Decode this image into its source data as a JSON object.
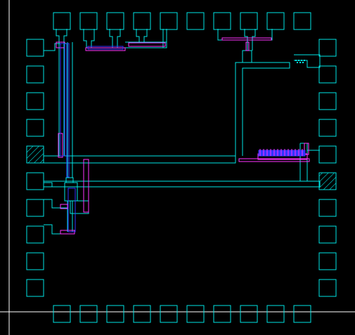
{
  "layout_view": {
    "colors": {
      "background": "#000000",
      "outline": "#00e5e5",
      "crosshair": "#ffffff",
      "metal_pink": "#ff33ff",
      "metal_blue": "#3333ff",
      "hatch": "#00e5e5"
    },
    "pad_ring": {
      "top_pads": 10,
      "bottom_pads": 10,
      "left_pads": 10,
      "right_pads": 10,
      "hatched_pads": [
        "left-5",
        "right-6"
      ]
    }
  }
}
